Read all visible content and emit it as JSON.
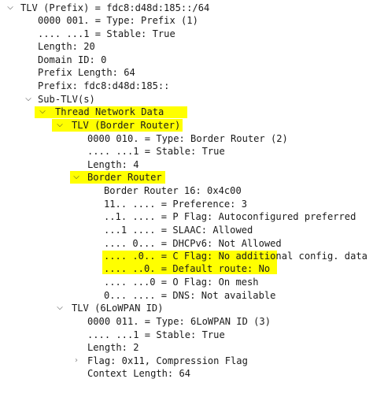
{
  "tree": [
    {
      "text": "TLV (Prefix) = fdc8:d48d:185::/64",
      "toggle": "expanded",
      "highlight": false
    },
    {
      "text": "0000 001. = Type: Prefix (1)",
      "toggle": "none",
      "highlight": false
    },
    {
      "text": ".... ...1 = Stable: True",
      "toggle": "none",
      "highlight": false
    },
    {
      "text": "Length: 20",
      "toggle": "none",
      "highlight": false
    },
    {
      "text": "Domain ID: 0",
      "toggle": "none",
      "highlight": false
    },
    {
      "text": "Prefix Length: 64",
      "toggle": "none",
      "highlight": false
    },
    {
      "text": "Prefix: fdc8:d48d:185::",
      "toggle": "none",
      "highlight": false
    },
    {
      "text": "Sub-TLV(s)",
      "toggle": "expanded",
      "highlight": false
    },
    {
      "text": "Thread Network Data",
      "toggle": "expanded",
      "highlight": true
    },
    {
      "text": "TLV (Border Router)",
      "toggle": "expanded",
      "highlight": true
    },
    {
      "text": "0000 010. = Type: Border Router (2)",
      "toggle": "none",
      "highlight": false
    },
    {
      "text": ".... ...1 = Stable: True",
      "toggle": "none",
      "highlight": false
    },
    {
      "text": "Length: 4",
      "toggle": "none",
      "highlight": false
    },
    {
      "text": "Border Router",
      "toggle": "expanded",
      "highlight": true
    },
    {
      "text": "Border Router 16: 0x4c00",
      "toggle": "none",
      "highlight": false
    },
    {
      "text": "11.. .... = Preference: 3",
      "toggle": "none",
      "highlight": false
    },
    {
      "text": "..1. .... = P Flag: Autoconfigured preferred",
      "toggle": "none",
      "highlight": false
    },
    {
      "text": "...1 .... = SLAAC: Allowed",
      "toggle": "none",
      "highlight": false
    },
    {
      "text": ".... 0... = DHCPv6: Not Allowed",
      "toggle": "none",
      "highlight": false
    },
    {
      "text": ".... .0.. = C Flag: No additional config. data",
      "toggle": "none",
      "highlight": false
    },
    {
      "text": ".... ..0. = Default route: No",
      "toggle": "none",
      "highlight": true
    },
    {
      "text": ".... ...0 = O Flag: On mesh",
      "toggle": "none",
      "highlight": false
    },
    {
      "text": "0... .... = DNS: Not available",
      "toggle": "none",
      "highlight": false
    },
    {
      "text": "TLV (6LoWPAN ID)",
      "toggle": "expanded",
      "highlight": false
    },
    {
      "text": "0000 011. = Type: 6LoWPAN ID (3)",
      "toggle": "none",
      "highlight": false
    },
    {
      "text": ".... ...1 = Stable: True",
      "toggle": "none",
      "highlight": false
    },
    {
      "text": "Length: 2",
      "toggle": "none",
      "highlight": false
    },
    {
      "text": "Flag: 0x11, Compression Flag",
      "toggle": "collapsed",
      "highlight": false
    },
    {
      "text": "Context Length: 64",
      "toggle": "none",
      "highlight": false
    }
  ],
  "icons": {
    "expanded": "chevron-down-icon",
    "collapsed": "chevron-right-icon"
  },
  "colors": {
    "highlight": "#ffff00",
    "text": "#1a1a1a",
    "background": "#ffffff"
  }
}
